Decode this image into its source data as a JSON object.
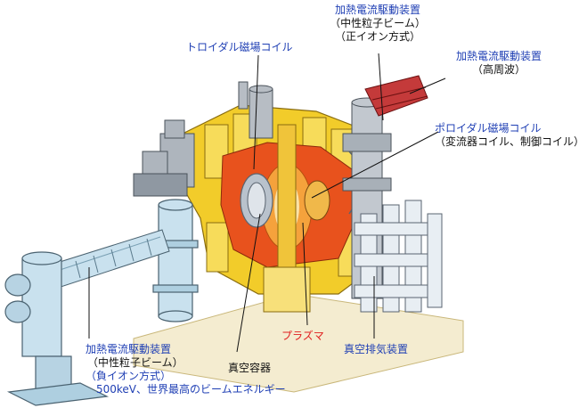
{
  "labels": {
    "toroidal_coil": "トロイダル磁場コイル",
    "nbi_positive": {
      "title": "加熱電流駆動装置",
      "line1": "（中性粒子ビーム）",
      "line2": "（正イオン方式）"
    },
    "rf_heating": {
      "title": "加熱電流駆動装置",
      "line1": "（高周波）"
    },
    "poloidal_coil": {
      "title": "ポロイダル磁場コイル",
      "line1": "（変流器コイル、制御コイル）"
    },
    "nbi_negative": {
      "title": "加熱電流駆動装置",
      "line1": "（中性粒子ビーム）",
      "line2": "（負イオン方式）",
      "line3": "500keV、世界最高のビームエネルギー"
    },
    "vacuum_vessel": "真空容器",
    "plasma": "プラズマ",
    "exhaust": "真空排気装置"
  },
  "colors": {
    "label_blue": "#1f3fb4",
    "plasma_red": "#e02020",
    "coil_yellow": "#f2cc2a",
    "plasma_orange": "#e8521d",
    "vessel_blue": "#c9e1ee",
    "equipment_gray": "#9aa3ad"
  }
}
